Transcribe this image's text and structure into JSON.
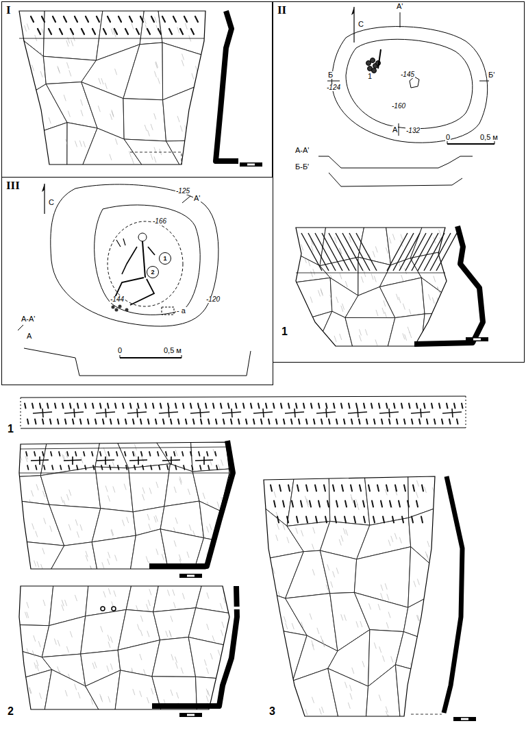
{
  "diagram": {
    "nodes": [
      {
        "text": [
          "I"
        ]
      },
      {
        "text": [
          "II"
        ]
      },
      {
        "text": [
          "III"
        ]
      },
      {
        "text": [
          "1"
        ],
        "in": 2
      },
      {
        "text": [
          "2"
        ],
        "in": 2
      }
    ],
    "labels": [
      "С",
      "А'",
      "Б",
      "-124",
      "1",
      "-145",
      "Б'",
      "-160",
      "А",
      "-132",
      "0",
      "0,5 м",
      "А-А'",
      "Б-Б'",
      "1",
      "С",
      "-125",
      "А'",
      "-166",
      "-120",
      "-144",
      "А-А'",
      "А",
      "0",
      "0,5 м",
      "1",
      "2",
      "3"
    ],
    "legend": [
      {
        "text": "- а"
      }
    ]
  }
}
